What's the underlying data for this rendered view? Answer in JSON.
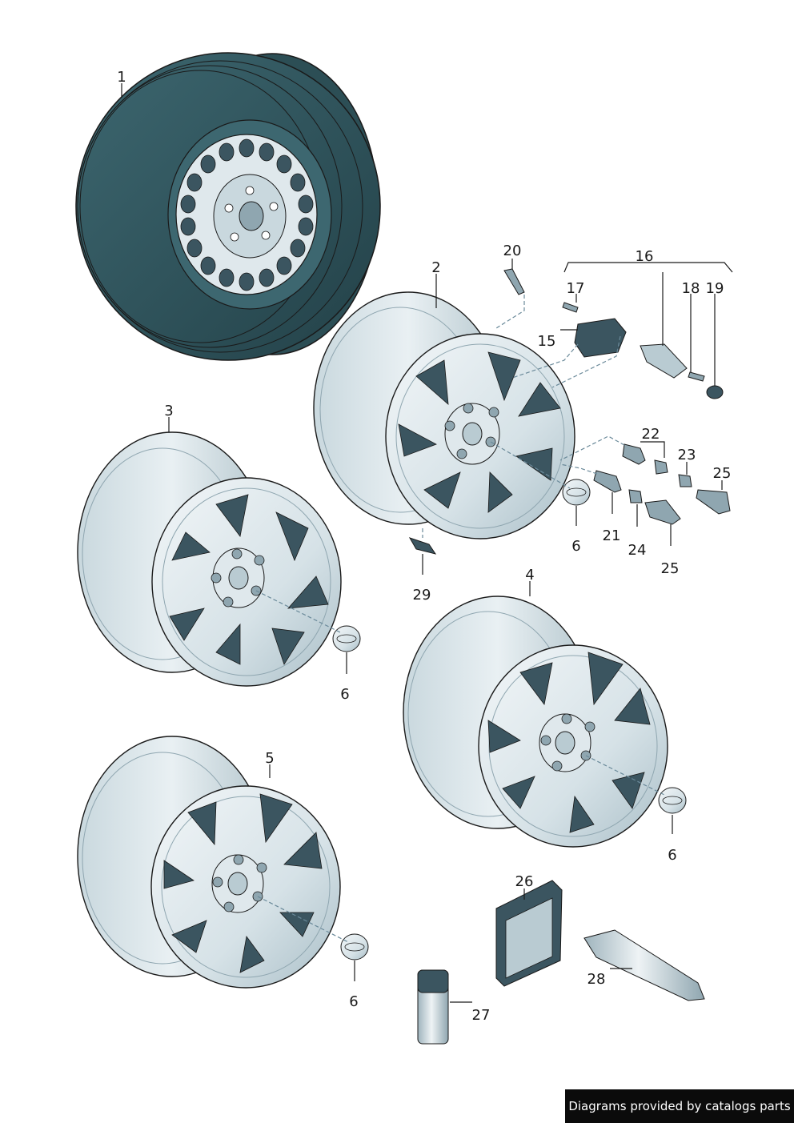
{
  "callouts": [
    "1",
    "2",
    "3",
    "4",
    "5",
    "6",
    "6",
    "6",
    "6",
    "15",
    "16",
    "17",
    "18",
    "19",
    "20",
    "21",
    "22",
    "23",
    "24",
    "25",
    "25",
    "26",
    "27",
    "28",
    "29"
  ],
  "footer": {
    "text": "Diagrams provided by catalogs parts"
  },
  "colors": {
    "tire": "#2c4e55",
    "tire_light": "#3d6770",
    "rim": "#dfe8ec",
    "rim_shade": "#b9cbd2",
    "rim_dark": "#8fa6b0",
    "window": "#3b5560",
    "line": "#1a1a1a"
  }
}
